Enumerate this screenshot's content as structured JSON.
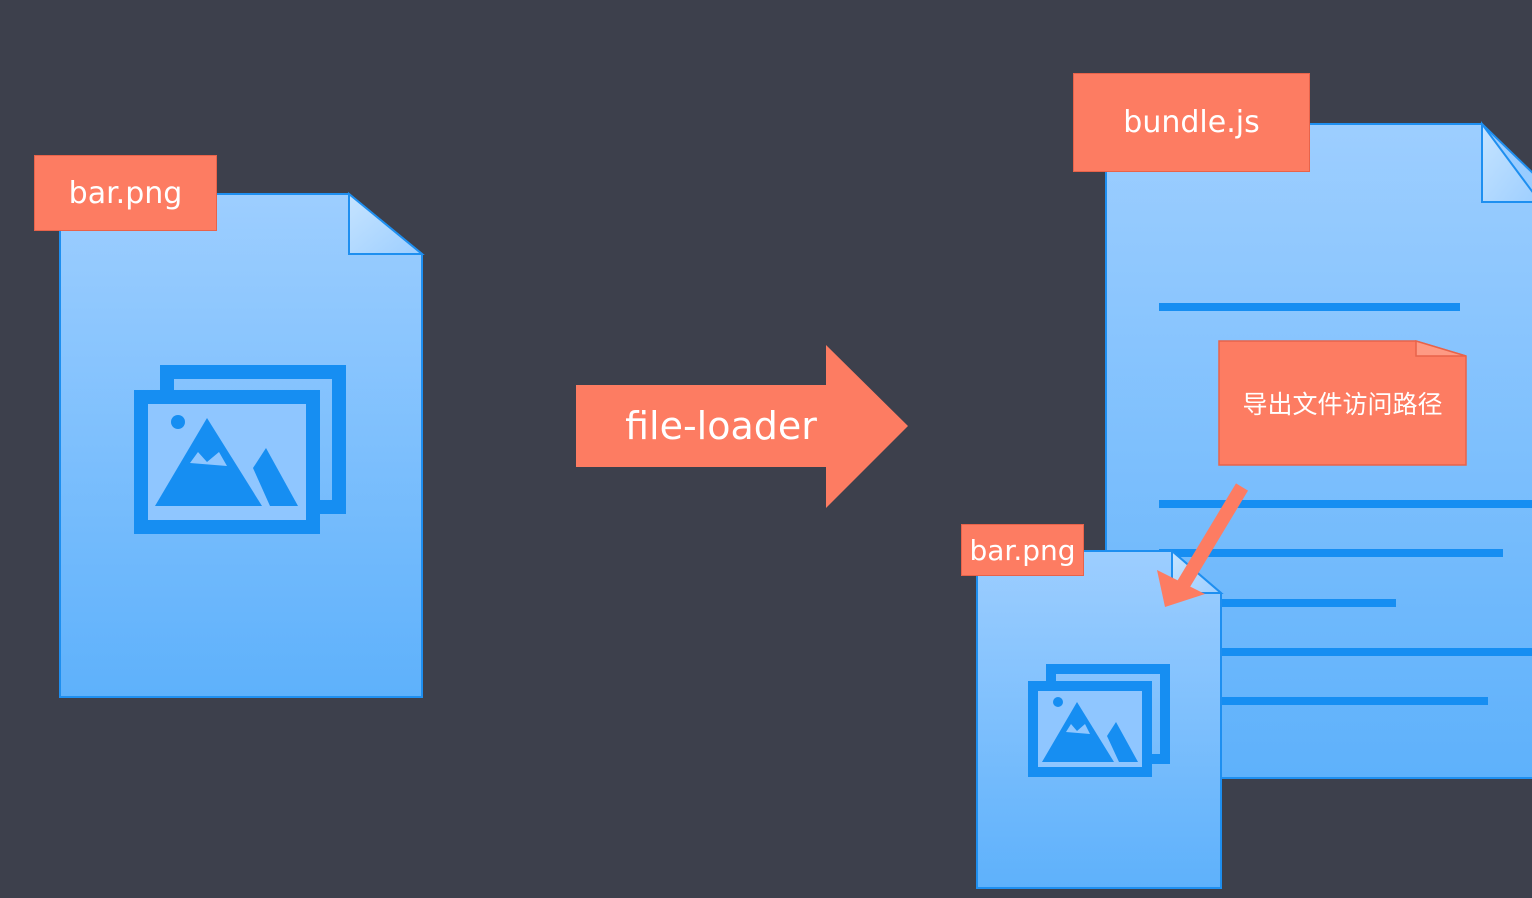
{
  "source_file": {
    "label": "bar.png",
    "icon": "image-icon"
  },
  "transform_arrow": {
    "label": "file-loader"
  },
  "bundle_file": {
    "label": "bundle.js"
  },
  "export_note": {
    "text": "导出文件访问路径"
  },
  "output_file": {
    "label": "bar.png",
    "icon": "image-icon"
  },
  "colors": {
    "background": "#3d404c",
    "file_fill_top": "#9dceff",
    "file_fill_bottom": "#5eb1fb",
    "file_stroke": "#1e8ff0",
    "accent": "#fd7c62"
  }
}
